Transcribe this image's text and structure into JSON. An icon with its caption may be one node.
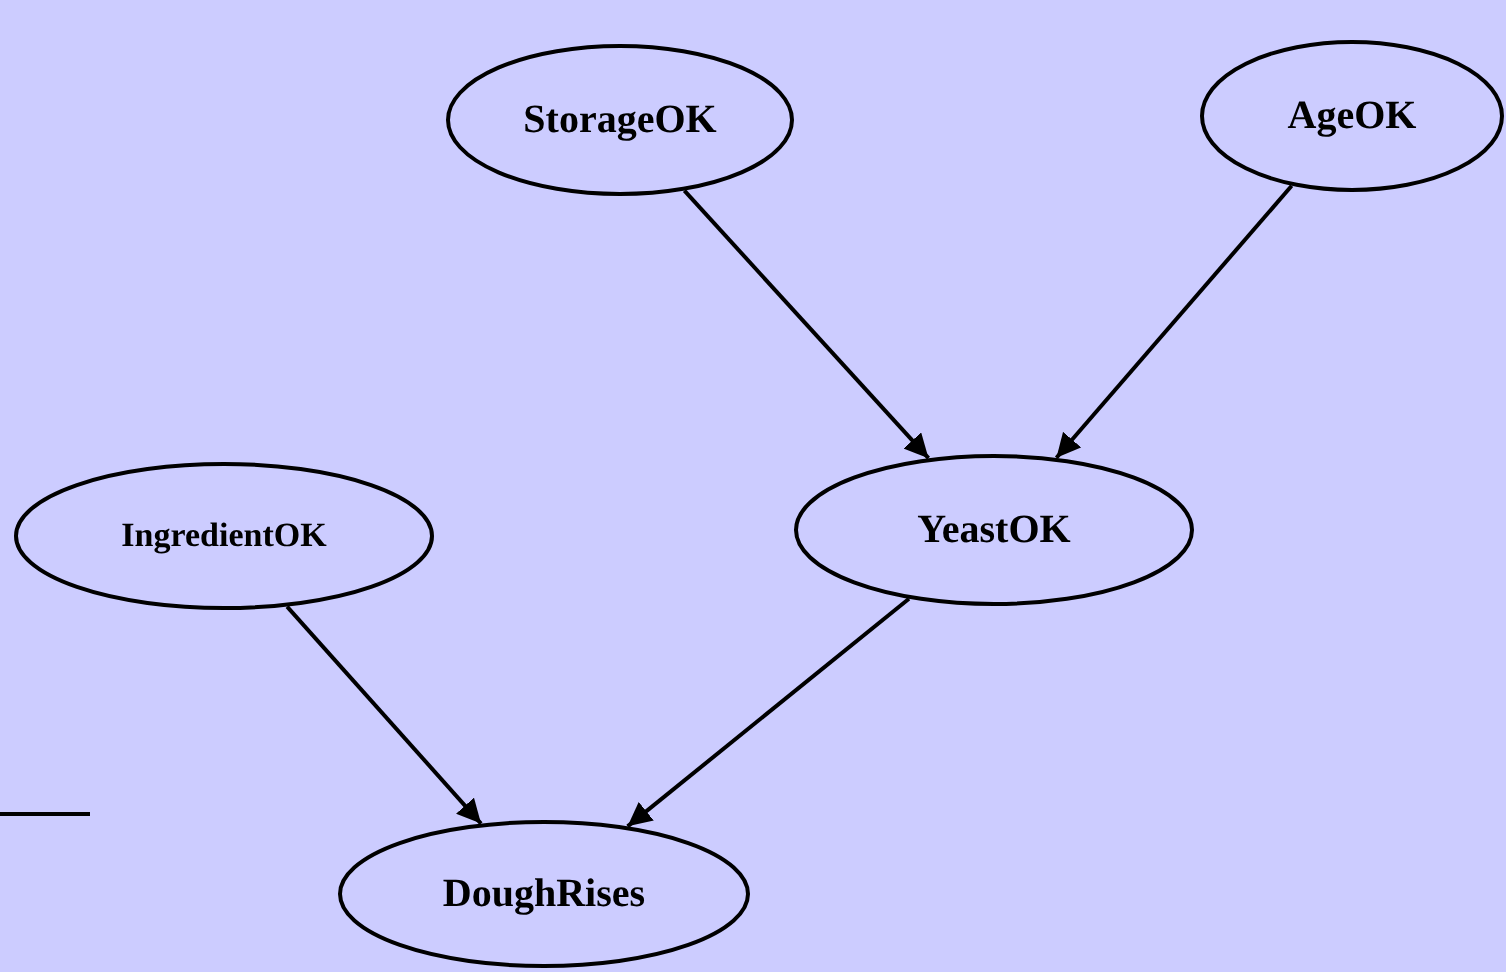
{
  "diagram": {
    "nodes": [
      {
        "text": [
          "StorageOK"
        ]
      },
      {
        "text": [
          "AgeOK"
        ]
      },
      {
        "text": [
          "IngredientOK"
        ]
      },
      {
        "text": [
          "YeastOK"
        ]
      },
      {
        "text": [
          "DoughRises"
        ]
      }
    ],
    "edges": [
      {
        "from": 0,
        "to": 3,
        "arrow": "to"
      },
      {
        "from": 1,
        "to": 3,
        "arrow": "to"
      },
      {
        "from": 2,
        "to": 4,
        "arrow": "to"
      },
      {
        "from": 3,
        "to": 4,
        "arrow": "to"
      }
    ]
  }
}
